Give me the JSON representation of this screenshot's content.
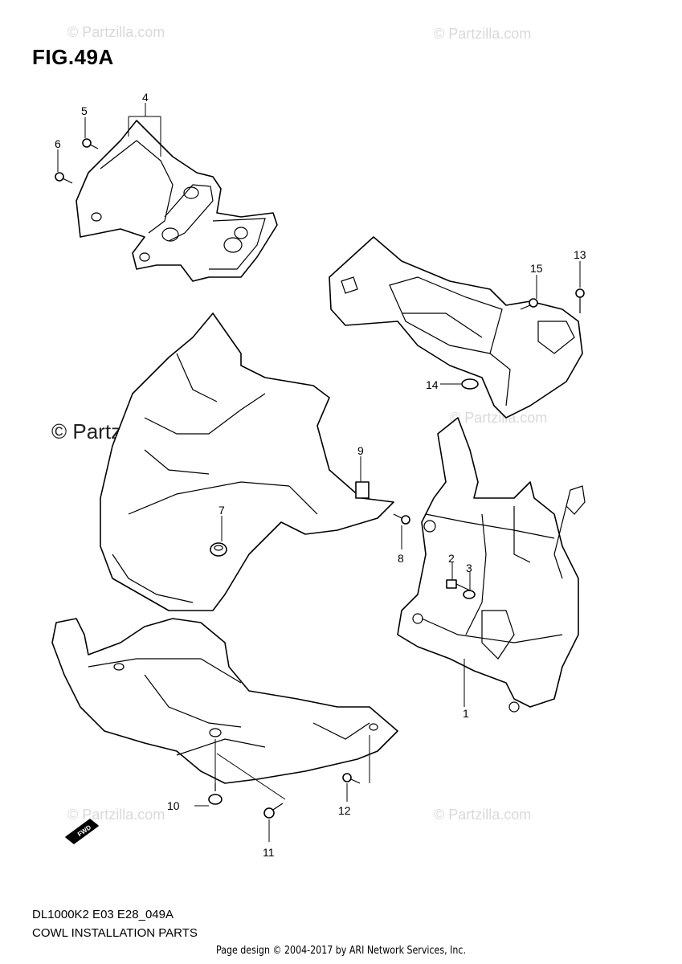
{
  "figure": {
    "title": "FIG.49A",
    "code": "DL1000K2 E03 E28_049A",
    "name": "COWL INSTALLATION PARTS",
    "footer": "Page design © 2004-2017 by ARI Network Services, Inc."
  },
  "watermarks": {
    "small": "© Partzilla.com",
    "main": "© Partzilla.com"
  },
  "callouts": [
    {
      "id": "1",
      "label": "1"
    },
    {
      "id": "2",
      "label": "2"
    },
    {
      "id": "3",
      "label": "3"
    },
    {
      "id": "4",
      "label": "4"
    },
    {
      "id": "5",
      "label": "5"
    },
    {
      "id": "6",
      "label": "6"
    },
    {
      "id": "7",
      "label": "7"
    },
    {
      "id": "8",
      "label": "8"
    },
    {
      "id": "9",
      "label": "9"
    },
    {
      "id": "10",
      "label": "10"
    },
    {
      "id": "11",
      "label": "11"
    },
    {
      "id": "12",
      "label": "12"
    },
    {
      "id": "13",
      "label": "13"
    },
    {
      "id": "14",
      "label": "14"
    },
    {
      "id": "15",
      "label": "15"
    }
  ],
  "badge": {
    "fwd": "FWD"
  }
}
